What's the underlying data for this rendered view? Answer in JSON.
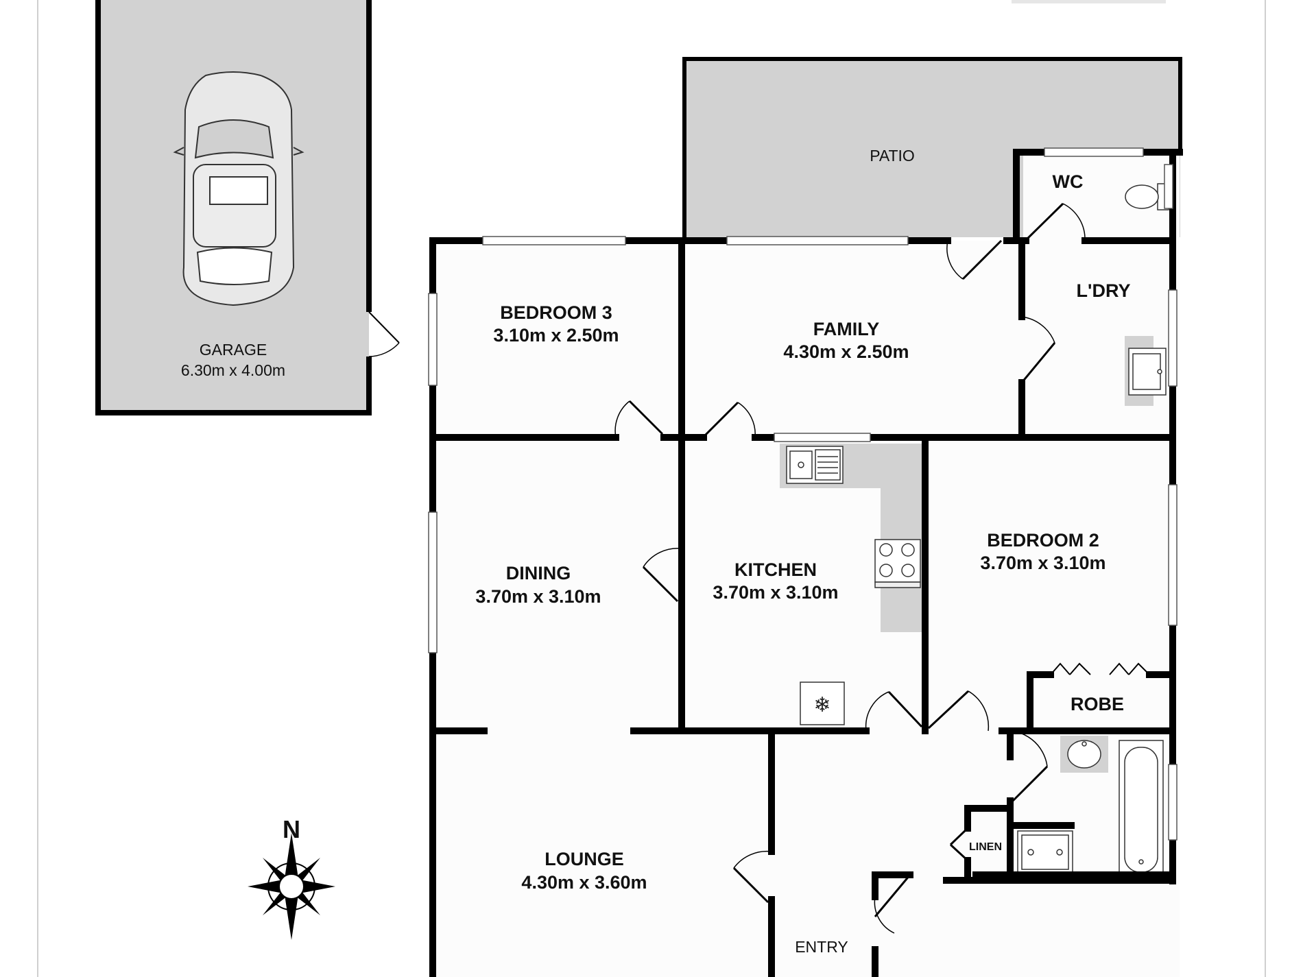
{
  "rooms": {
    "garage": {
      "name": "GARAGE",
      "dims": "6.30m x 4.00m"
    },
    "patio": {
      "name": "PATIO"
    },
    "wc": {
      "name": "WC"
    },
    "laundry": {
      "name": "L'DRY"
    },
    "bedroom3": {
      "name": "BEDROOM 3",
      "dims": "3.10m x 2.50m"
    },
    "family": {
      "name": "FAMILY",
      "dims": "4.30m x 2.50m"
    },
    "dining": {
      "name": "DINING",
      "dims": "3.70m x 3.10m"
    },
    "kitchen": {
      "name": "KITCHEN",
      "dims": "3.70m x 3.10m"
    },
    "bedroom2": {
      "name": "BEDROOM 2",
      "dims": "3.70m x 3.10m"
    },
    "robe": {
      "name": "ROBE"
    },
    "lounge": {
      "name": "LOUNGE",
      "dims": "4.30m x 3.60m"
    },
    "linen": {
      "name": "LINEN"
    },
    "entry": {
      "name": "ENTRY"
    }
  },
  "compass": {
    "north_label": "N"
  },
  "colors": {
    "wall": "#000000",
    "fill_grey": "#d2d2d2",
    "floor": "#fcfcfc",
    "window": "#ffffff"
  }
}
